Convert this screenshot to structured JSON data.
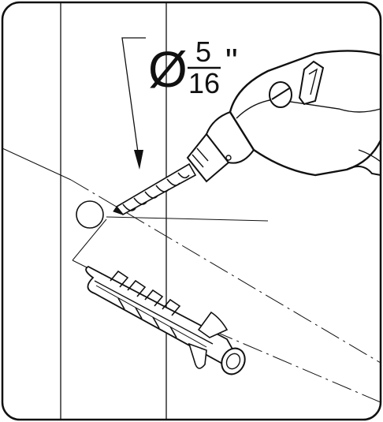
{
  "dimension": {
    "symbol": "Ø",
    "numerator": "5",
    "denominator": "16",
    "unit": "\""
  },
  "colors": {
    "line": "#111111",
    "background": "#ffffff"
  }
}
